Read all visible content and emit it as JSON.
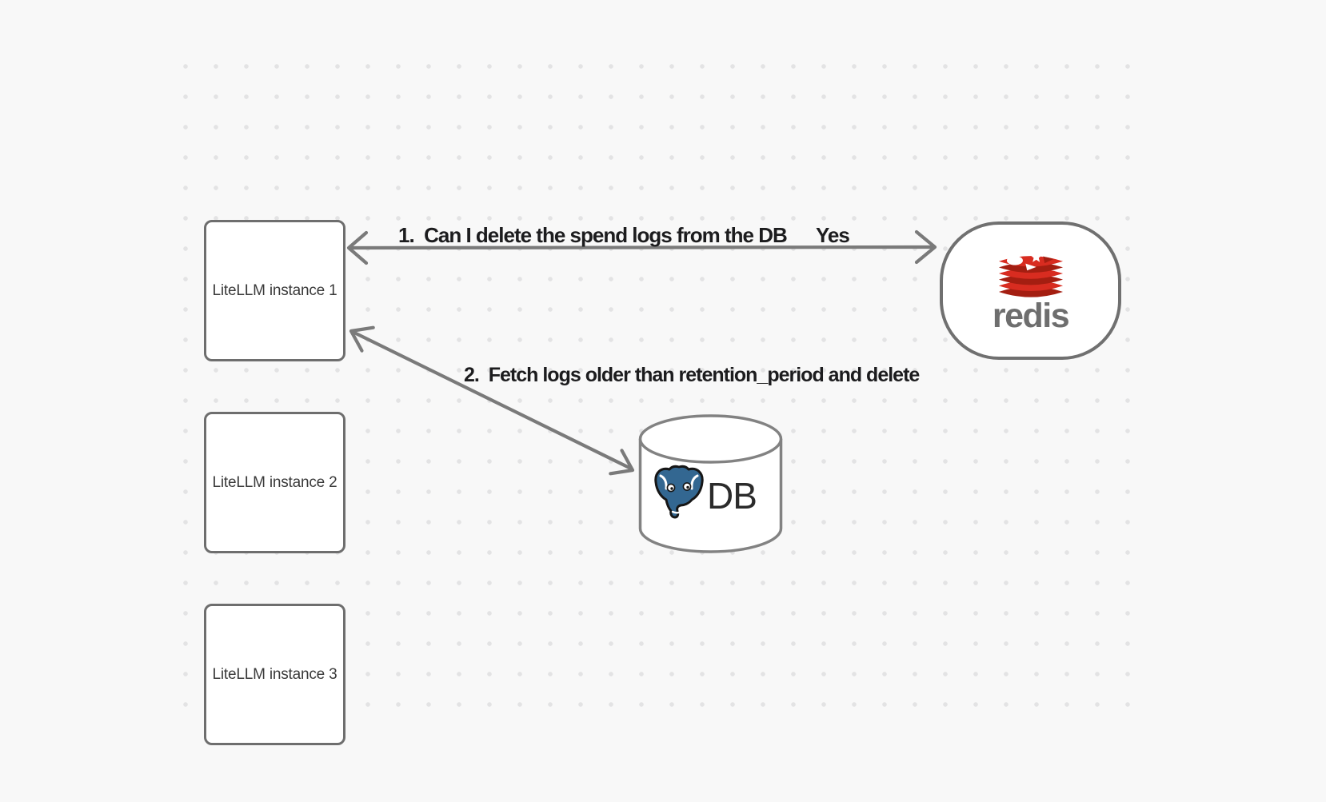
{
  "canvas": {
    "background_color": "#f8f8f8",
    "dot_color": "#e3e3e4",
    "node_stroke_color": "#6e6e6e",
    "arrow_color": "#7a7a7a",
    "label_color": "#1c1c1e"
  },
  "nodes": {
    "instance1": {
      "label": "LiteLLM instance 1"
    },
    "instance2": {
      "label": "LiteLLM instance 2"
    },
    "instance3": {
      "label": "LiteLLM instance 3"
    },
    "redis": {
      "label": "redis",
      "wordmark_color": "#6e6e6e",
      "logo_red": "#d82c20",
      "logo_dark_red": "#a41e11"
    },
    "db": {
      "label": "DB",
      "elephant_blue": "#336791"
    }
  },
  "edges": {
    "edge1": {
      "label": "1.  Can I delete the spend logs from the DB",
      "response": "Yes",
      "from": "redis",
      "to": "instance1",
      "style": "double-arrow"
    },
    "edge2": {
      "label": "2.  Fetch logs older than retention_period and delete",
      "from": "instance1",
      "to": "db",
      "style": "double-arrow"
    }
  }
}
